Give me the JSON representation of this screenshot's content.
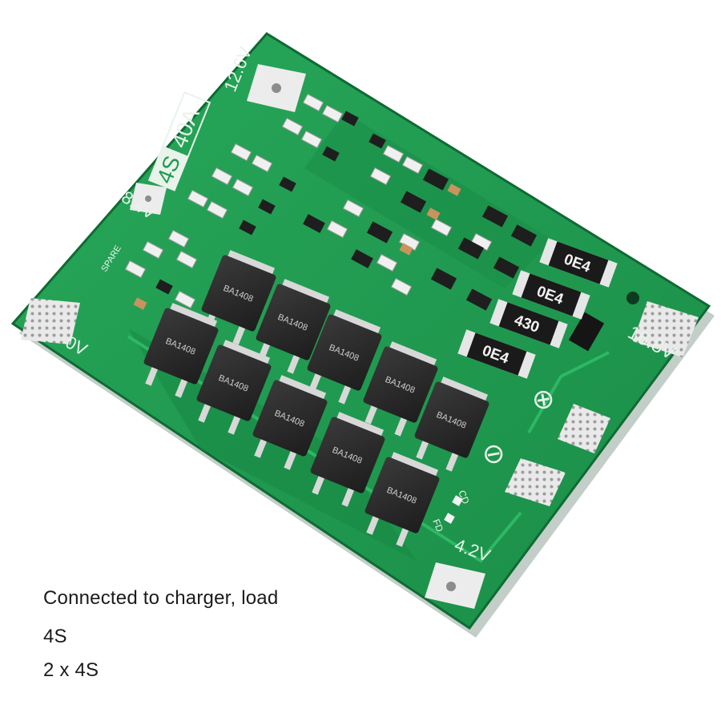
{
  "board": {
    "cell_config": "4S",
    "current_rating": "40A",
    "labels": {
      "v126": "12.6V",
      "v84": "8.4V",
      "v0": "0V",
      "v168": "16.8V",
      "v42": "4.2V",
      "plus": "⊕",
      "minus": "⊖",
      "spare": "SPARE",
      "cd": "CD",
      "fd": "FD"
    },
    "resistor_marking": "0E4",
    "resistor_marking_alt": "430",
    "mosfet_marking": "BA1408"
  },
  "captions": {
    "line1": "Connected to charger, load",
    "line2": "4S",
    "line3": "2 x 4S"
  },
  "colors": {
    "pcb": "#1f9b4e",
    "pcb_dark": "#157a3c",
    "pad": "#e4e4e4",
    "mosfet": "#2a2a2a"
  }
}
